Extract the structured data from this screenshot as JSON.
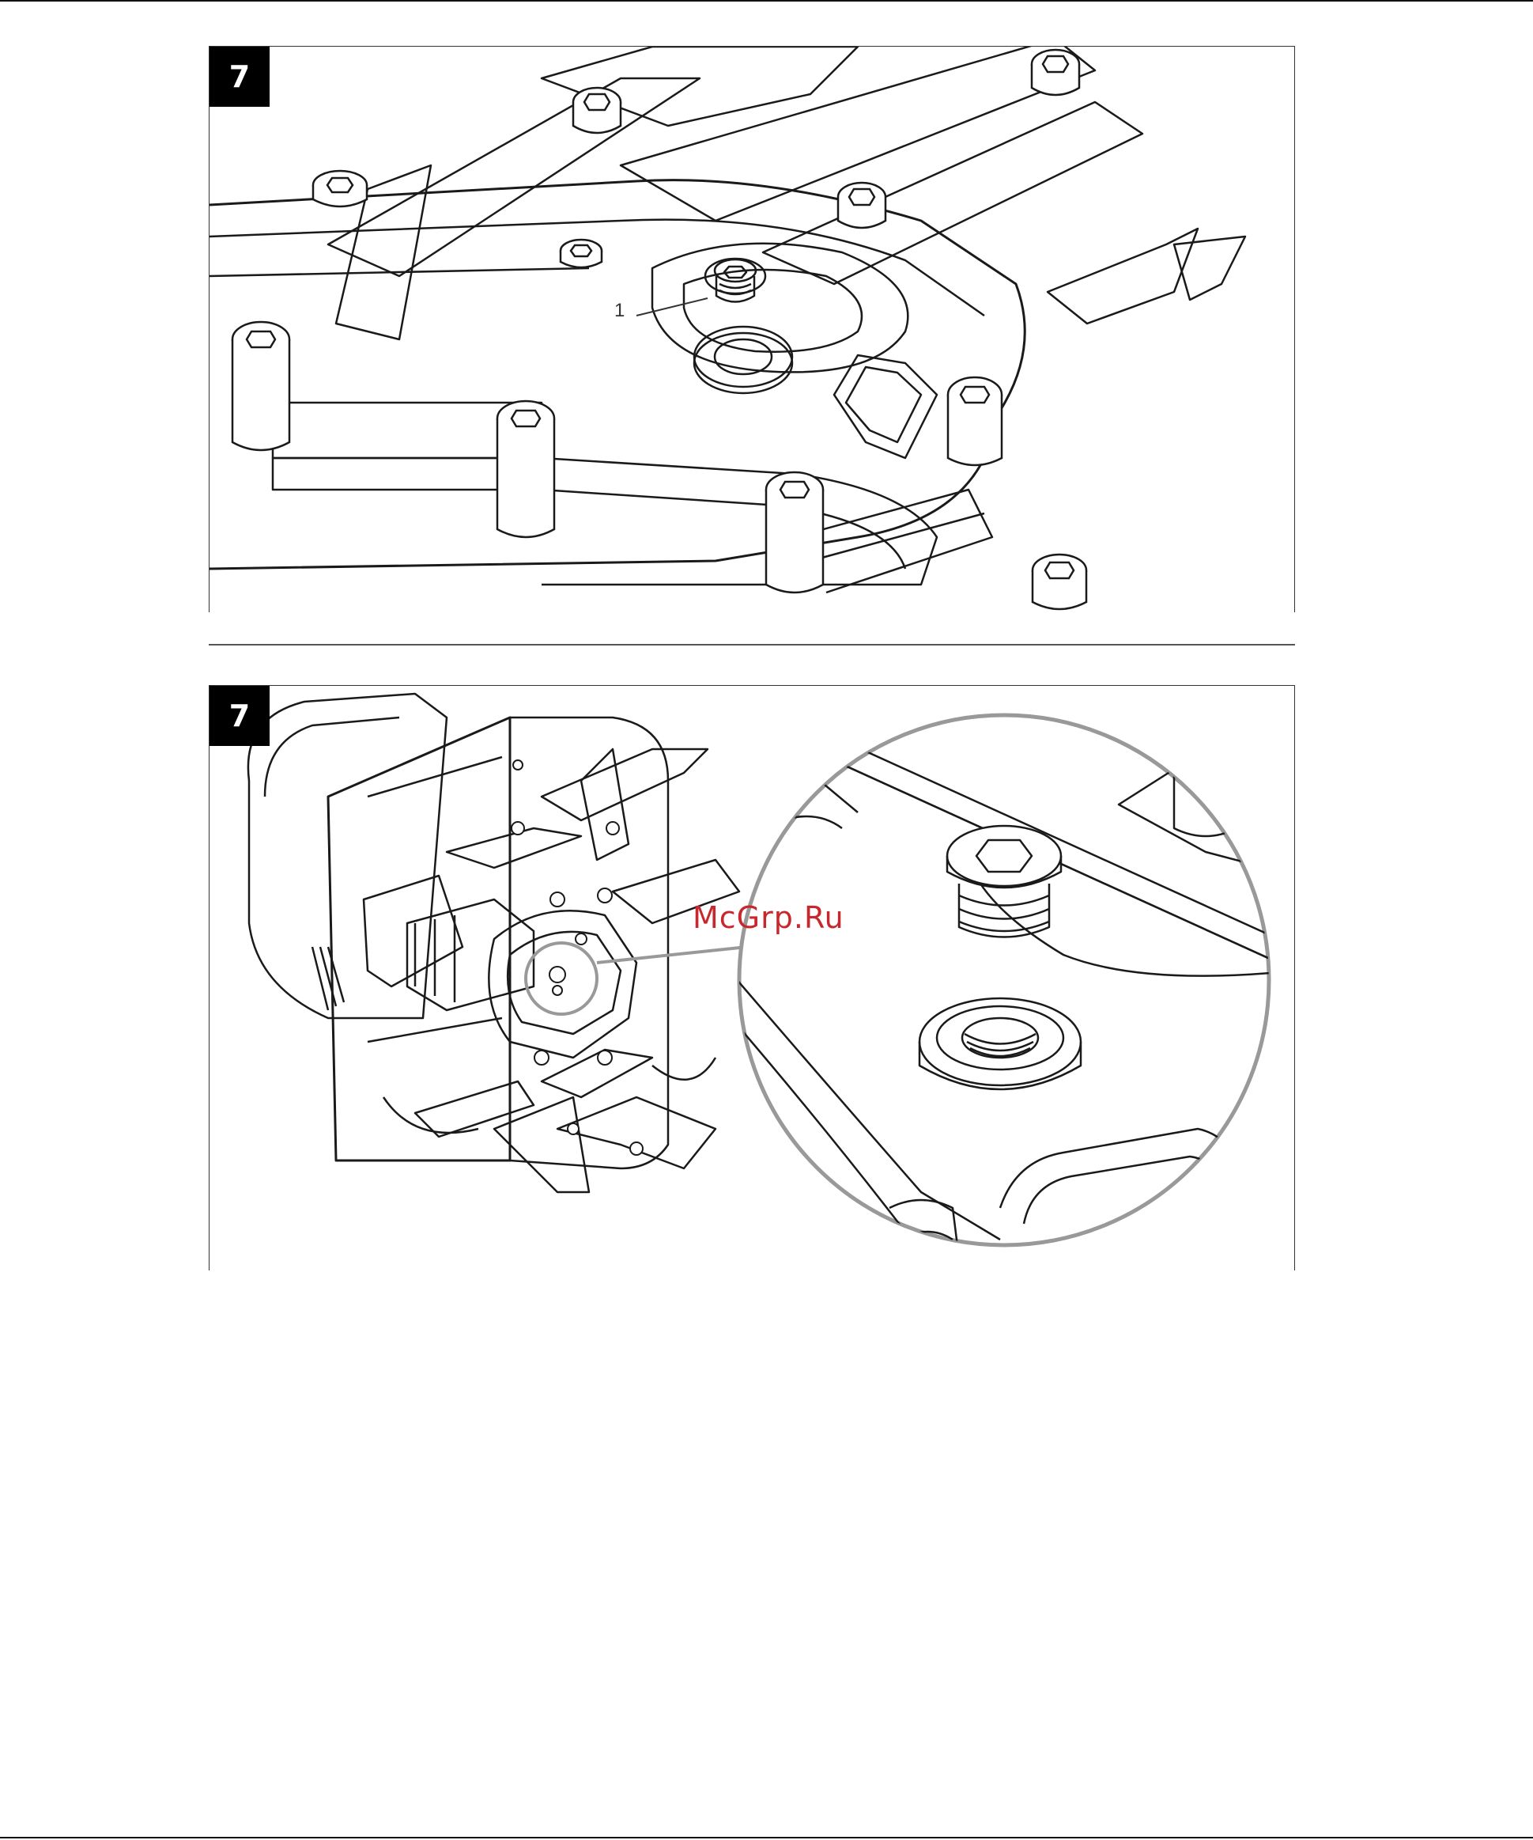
{
  "figures": [
    {
      "number": "7",
      "callout": "1"
    },
    {
      "number": "7"
    }
  ],
  "watermark": "McGrp.Ru",
  "colors": {
    "watermark": "#c8282d",
    "ink": "#1a1a1a",
    "magnifier": "#999999"
  }
}
